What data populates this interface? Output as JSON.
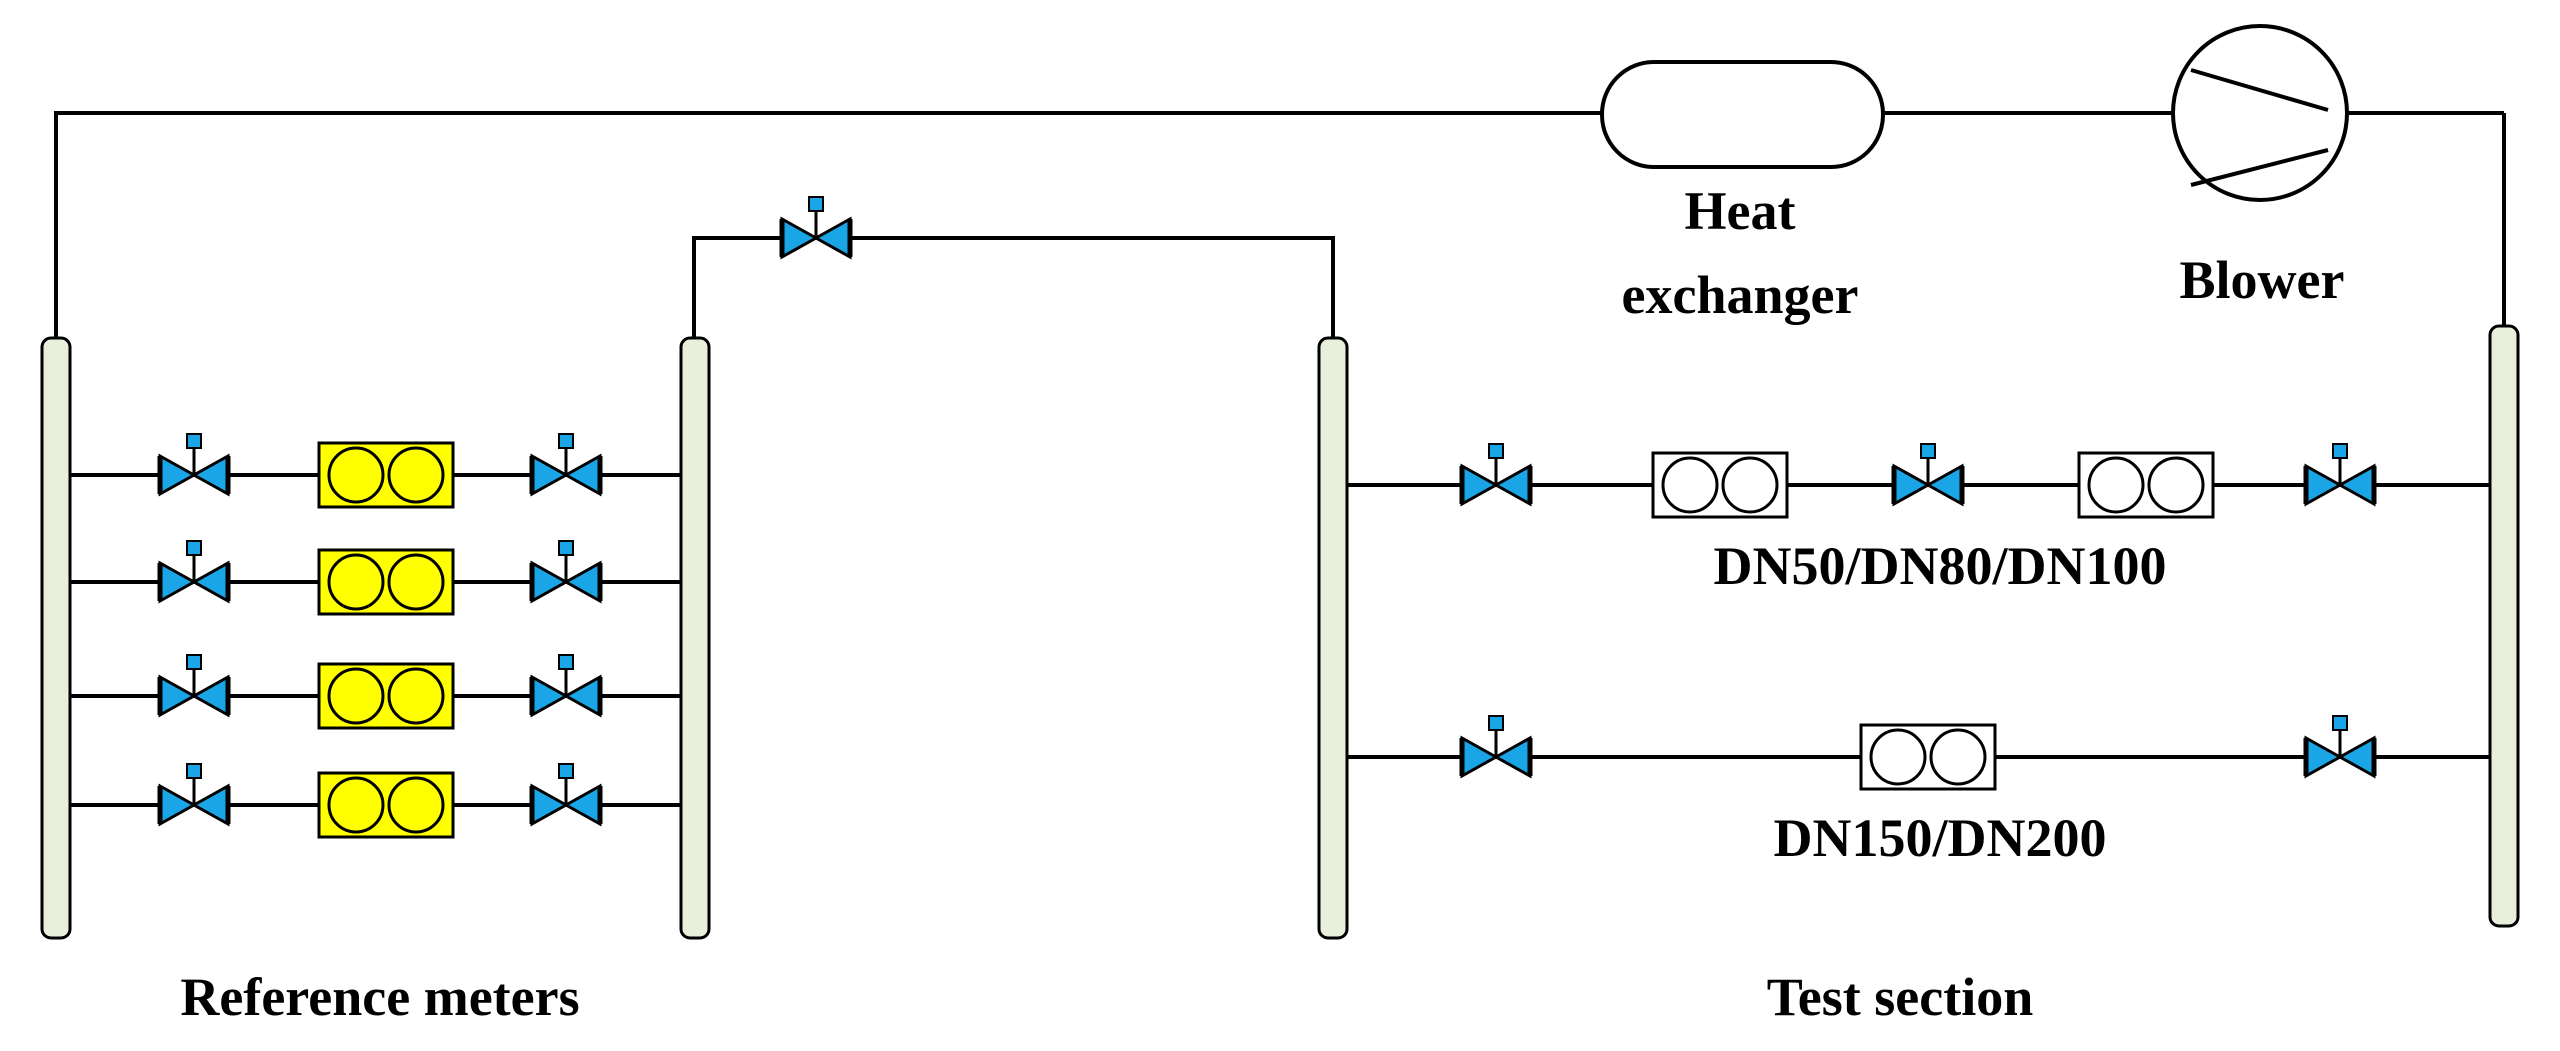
{
  "labels": {
    "heat_exchanger_line1": "Heat",
    "heat_exchanger_line2": "exchanger",
    "blower": "Blower",
    "test_line_upper": "DN50/DN80/DN100",
    "test_line_lower": "DN150/DN200",
    "reference_meters": "Reference meters",
    "test_section": "Test section"
  },
  "colors": {
    "pipe": "#000000",
    "valve": "#1aa6e6",
    "valve_stroke": "#000000",
    "reference_meter": "#ffff00",
    "test_meter": "#ffffff",
    "header_fill": "#e8f0dc",
    "background": "#ffffff"
  },
  "reference_section": {
    "line_count": 4,
    "components_per_line": [
      "valve-icon",
      "meter-icon",
      "valve-icon"
    ]
  },
  "test_section": {
    "lines": [
      {
        "label_key": "test_line_upper",
        "components": [
          "valve-icon",
          "meter-icon",
          "valve-icon",
          "meter-icon",
          "valve-icon"
        ]
      },
      {
        "label_key": "test_line_lower",
        "components": [
          "valve-icon",
          "meter-icon",
          "valve-icon"
        ]
      }
    ]
  }
}
